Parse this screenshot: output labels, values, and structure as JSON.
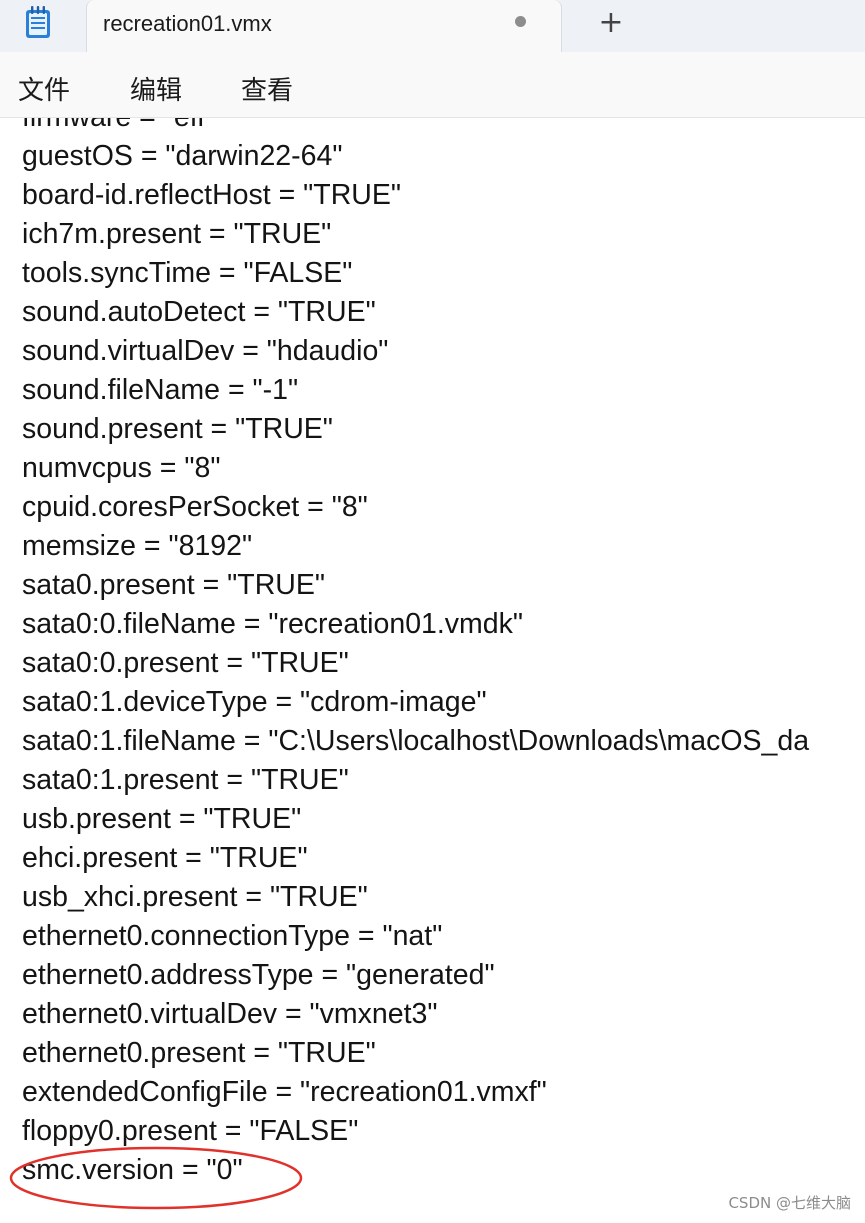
{
  "tab": {
    "title": "recreation01.vmx",
    "new_tab_label": "+"
  },
  "icons": {
    "app": "notepad-icon",
    "modified": "unsaved-dot-icon",
    "new_tab": "plus-icon",
    "annotation": "red-ellipse-annotation"
  },
  "colors": {
    "tab_strip": "#eef1f5",
    "tab_active": "#f9f9f9",
    "annotation": "#e0322b",
    "icon_blue": "#2b7fd9"
  },
  "menu": {
    "file": "文件",
    "edit": "编辑",
    "view": "查看"
  },
  "editor": {
    "lines": [
      "firmware = \"efi\"",
      "guestOS = \"darwin22-64\"",
      "board-id.reflectHost = \"TRUE\"",
      "ich7m.present = \"TRUE\"",
      "tools.syncTime = \"FALSE\"",
      "sound.autoDetect = \"TRUE\"",
      "sound.virtualDev = \"hdaudio\"",
      "sound.fileName = \"-1\"",
      "sound.present = \"TRUE\"",
      "numvcpus = \"8\"",
      "cpuid.coresPerSocket = \"8\"",
      "memsize = \"8192\"",
      "sata0.present = \"TRUE\"",
      "sata0:0.fileName = \"recreation01.vmdk\"",
      "sata0:0.present = \"TRUE\"",
      "sata0:1.deviceType = \"cdrom-image\"",
      "sata0:1.fileName = \"C:\\Users\\localhost\\Downloads\\macOS_da",
      "sata0:1.present = \"TRUE\"",
      "usb.present = \"TRUE\"",
      "ehci.present = \"TRUE\"",
      "usb_xhci.present = \"TRUE\"",
      "ethernet0.connectionType = \"nat\"",
      "ethernet0.addressType = \"generated\"",
      "ethernet0.virtualDev = \"vmxnet3\"",
      "ethernet0.present = \"TRUE\"",
      "extendedConfigFile = \"recreation01.vmxf\"",
      "floppy0.present = \"FALSE\"",
      "smc.version = \"0\""
    ]
  },
  "watermark": "CSDN @七维大脑"
}
